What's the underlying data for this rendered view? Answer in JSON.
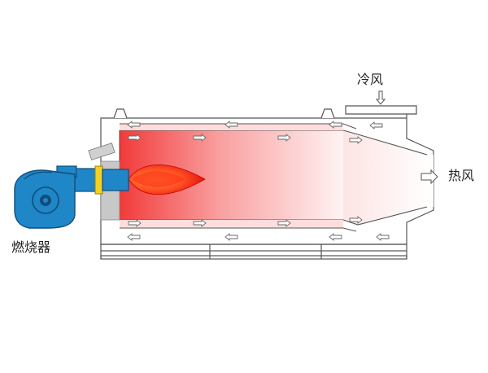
{
  "labels": {
    "cold_air": "冷风",
    "hot_air": "热风",
    "burner": "燃烧器"
  },
  "colors": {
    "outline": "#555555",
    "hot_core": "#f23a3a",
    "gradient_end": "#fff3f3",
    "burner_body": "#1f86c8",
    "burner_dark": "#0f4d7a",
    "flame_outer": "#e01010",
    "flame_inner": "#ff7a3a",
    "collar": "#f5d020",
    "refractory": "#c8c8c8"
  }
}
